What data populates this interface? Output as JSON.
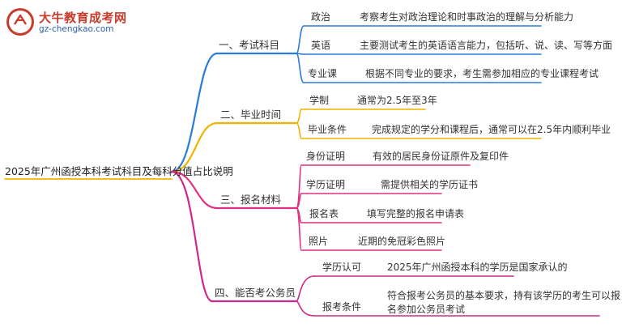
{
  "logo": {
    "title": "大牛教育成考网",
    "url": "gz-chengkao.com"
  },
  "root": "2025年广州函授本科考试科目及每科分值占比说明",
  "colors": {
    "blue": "#2b7bde",
    "orange": "#f0b400",
    "pink": "#e0307f",
    "magenta": "#d0288a"
  },
  "branches": [
    {
      "label": "一、考试科目",
      "color": "blue",
      "items": [
        {
          "label": "政治",
          "desc": "考察考生对政治理论和时事政治的理解与分析能力"
        },
        {
          "label": "英语",
          "desc": "主要测试考生的英语语言能力，包括听、说、读、写等方面"
        },
        {
          "label": "专业课",
          "desc": "根据不同专业的要求，考生需参加相应的专业课程考试"
        }
      ]
    },
    {
      "label": "二、毕业时间",
      "color": "orange",
      "items": [
        {
          "label": "学制",
          "desc": "通常为2.5年至3年"
        },
        {
          "label": "毕业条件",
          "desc": "完成规定的学分和课程后，通常可以在2.5年内顺利毕业"
        }
      ]
    },
    {
      "label": "三、报名材料",
      "color": "pink",
      "items": [
        {
          "label": "身份证明",
          "desc": "有效的居民身份证原件及复印件"
        },
        {
          "label": "学历证明",
          "desc": "需提供相关的学历证书"
        },
        {
          "label": "报名表",
          "desc": "填写完整的报名申请表"
        },
        {
          "label": "照片",
          "desc": "近期的免冠彩色照片"
        }
      ]
    },
    {
      "label": "四、能否考公务员",
      "color": "magenta",
      "items": [
        {
          "label": "学历认可",
          "desc": "2025年广州函授本科的学历是国家承认的"
        },
        {
          "label": "报考条件",
          "desc": "符合报考公务员的基本要求，持有该学历的考生可以报名参加公务员考试"
        }
      ]
    }
  ]
}
